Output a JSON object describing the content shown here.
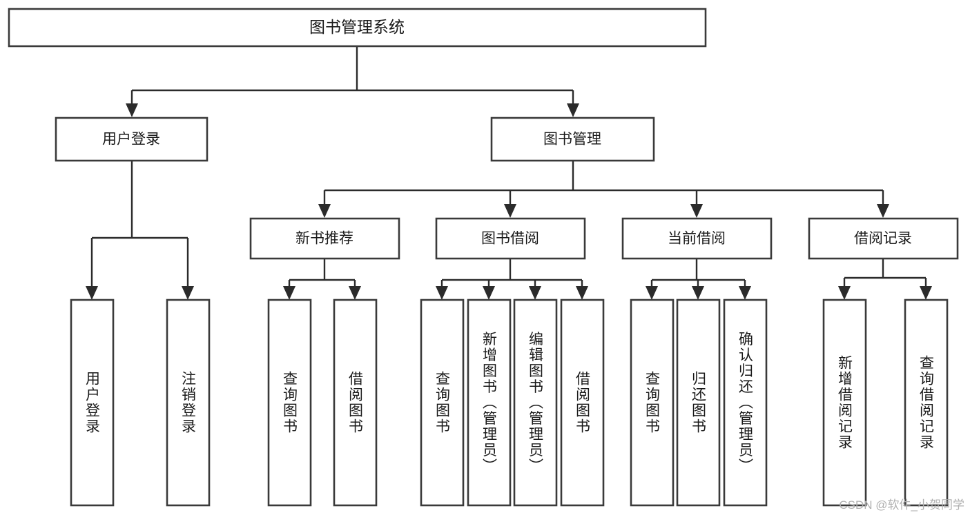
{
  "diagram": {
    "title": "图书管理系统",
    "watermark": "CSDN @软件_小贺同学",
    "level2": [
      {
        "label": "用户登录"
      },
      {
        "label": "图书管理"
      }
    ],
    "level3": [
      {
        "label": "新书推荐"
      },
      {
        "label": "图书借阅"
      },
      {
        "label": "当前借阅"
      },
      {
        "label": "借阅记录"
      }
    ],
    "leaves": {
      "user_login": [
        {
          "label": "用户登录"
        },
        {
          "label": "注销登录"
        }
      ],
      "new_book_recommend": [
        {
          "label": "查询图书"
        },
        {
          "label": "借阅图书"
        }
      ],
      "book_borrow": [
        {
          "label": "查询图书"
        },
        {
          "label": "新增图书（管理员）"
        },
        {
          "label": "编辑图书（管理员）"
        },
        {
          "label": "借阅图书"
        }
      ],
      "current_borrow": [
        {
          "label": "查询图书"
        },
        {
          "label": "归还图书"
        },
        {
          "label": "确认归还（管理员）"
        }
      ],
      "borrow_record": [
        {
          "label": "新增借阅记录"
        },
        {
          "label": "查询借阅记录"
        }
      ]
    },
    "colors": {
      "box_stroke": "#3a3a3a",
      "connector": "#2b2b2b",
      "text": "#1a1a1a",
      "background": "#ffffff",
      "watermark": "#b0b0b0"
    }
  },
  "chart_data": {
    "type": "table",
    "title": "图书管理系统",
    "note": "Hierarchical functional decomposition tree (3 levels)",
    "nodes": [
      {
        "id": "root",
        "label": "图书管理系统",
        "level": 1,
        "parent": null
      },
      {
        "id": "n1",
        "label": "用户登录",
        "level": 2,
        "parent": "root"
      },
      {
        "id": "n2",
        "label": "图书管理",
        "level": 2,
        "parent": "root"
      },
      {
        "id": "n1a",
        "label": "用户登录",
        "level": 3,
        "parent": "n1"
      },
      {
        "id": "n1b",
        "label": "注销登录",
        "level": 3,
        "parent": "n1"
      },
      {
        "id": "n2a",
        "label": "新书推荐",
        "level": 3,
        "parent": "n2"
      },
      {
        "id": "n2b",
        "label": "图书借阅",
        "level": 3,
        "parent": "n2"
      },
      {
        "id": "n2c",
        "label": "当前借阅",
        "level": 3,
        "parent": "n2"
      },
      {
        "id": "n2d",
        "label": "借阅记录",
        "level": 3,
        "parent": "n2"
      },
      {
        "id": "n2a1",
        "label": "查询图书",
        "level": 4,
        "parent": "n2a"
      },
      {
        "id": "n2a2",
        "label": "借阅图书",
        "level": 4,
        "parent": "n2a"
      },
      {
        "id": "n2b1",
        "label": "查询图书",
        "level": 4,
        "parent": "n2b"
      },
      {
        "id": "n2b2",
        "label": "新增图书（管理员）",
        "level": 4,
        "parent": "n2b"
      },
      {
        "id": "n2b3",
        "label": "编辑图书（管理员）",
        "level": 4,
        "parent": "n2b"
      },
      {
        "id": "n2b4",
        "label": "借阅图书",
        "level": 4,
        "parent": "n2b"
      },
      {
        "id": "n2c1",
        "label": "查询图书",
        "level": 4,
        "parent": "n2c"
      },
      {
        "id": "n2c2",
        "label": "归还图书",
        "level": 4,
        "parent": "n2c"
      },
      {
        "id": "n2c3",
        "label": "确认归还（管理员）",
        "level": 4,
        "parent": "n2c"
      },
      {
        "id": "n2d1",
        "label": "新增借阅记录",
        "level": 4,
        "parent": "n2d"
      },
      {
        "id": "n2d2",
        "label": "查询借阅记录",
        "level": 4,
        "parent": "n2d"
      }
    ]
  }
}
